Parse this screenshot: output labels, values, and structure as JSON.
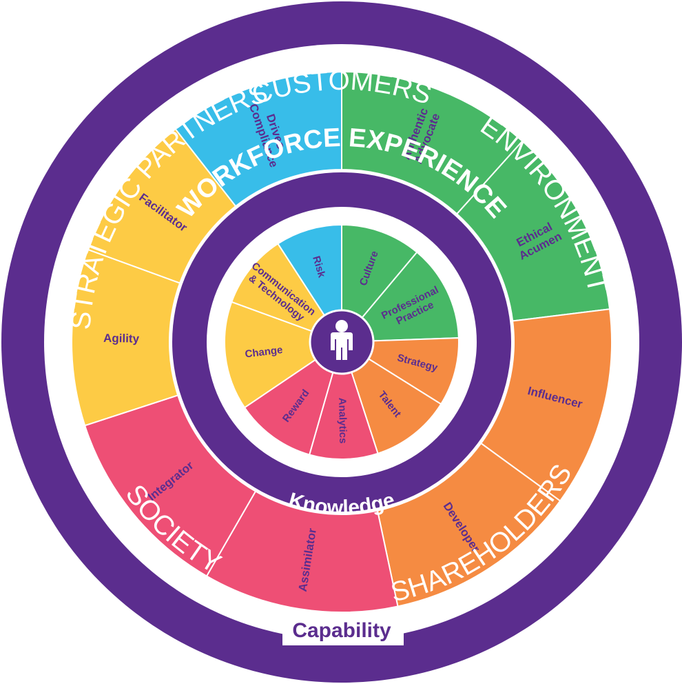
{
  "colors": {
    "purple": "#5b2d8e",
    "green": "#47b866",
    "orange": "#f58b42",
    "pink": "#ee4f75",
    "yellow": "#fdcb45",
    "blue": "#38bde9",
    "white": "#ffffff"
  },
  "outer_ring": {
    "labels": {
      "customers": "CUSTOMERS",
      "environment": "ENVIRONMENT",
      "shareholders": "SHAREHOLDERS",
      "society": "SOCIETY",
      "strategic_partners": "STRATEGIC PARTNERS"
    }
  },
  "capability_ring": {
    "label": "Capability",
    "segments": [
      {
        "id": "authentic",
        "lines": [
          "Authentic",
          "Advocate"
        ],
        "color": "green"
      },
      {
        "id": "ethical",
        "lines": [
          "Ethical",
          "Acumen"
        ],
        "color": "green"
      },
      {
        "id": "influencer",
        "lines": [
          "Influencer"
        ],
        "color": "orange"
      },
      {
        "id": "developer",
        "lines": [
          "Developer"
        ],
        "color": "orange"
      },
      {
        "id": "assimilator",
        "lines": [
          "Assimilator"
        ],
        "color": "pink"
      },
      {
        "id": "integrator",
        "lines": [
          "Integrator"
        ],
        "color": "pink"
      },
      {
        "id": "agility",
        "lines": [
          "Agility"
        ],
        "color": "yellow"
      },
      {
        "id": "facilitator",
        "lines": [
          "Facilitator"
        ],
        "color": "yellow"
      },
      {
        "id": "drives",
        "lines": [
          "Drives",
          "Compliance"
        ],
        "color": "blue"
      }
    ]
  },
  "workforce_ring": {
    "label": "WORKFORCE EXPERIENCE"
  },
  "knowledge_ring": {
    "label": "Knowledge",
    "segments": [
      {
        "id": "culture",
        "lines": [
          "Culture"
        ],
        "color": "green"
      },
      {
        "id": "professional",
        "lines": [
          "Professional",
          "Practice"
        ],
        "color": "green"
      },
      {
        "id": "strategy",
        "lines": [
          "Strategy"
        ],
        "color": "orange"
      },
      {
        "id": "talent",
        "lines": [
          "Talent"
        ],
        "color": "orange"
      },
      {
        "id": "analytics",
        "lines": [
          "Analytics"
        ],
        "color": "pink"
      },
      {
        "id": "reward",
        "lines": [
          "Reward"
        ],
        "color": "pink"
      },
      {
        "id": "change",
        "lines": [
          "Change"
        ],
        "color": "yellow"
      },
      {
        "id": "communication",
        "lines": [
          "Communication",
          "& Technology"
        ],
        "color": "yellow"
      },
      {
        "id": "risk",
        "lines": [
          "Risk"
        ],
        "color": "blue"
      }
    ]
  },
  "center": {
    "icon": "person-icon"
  }
}
